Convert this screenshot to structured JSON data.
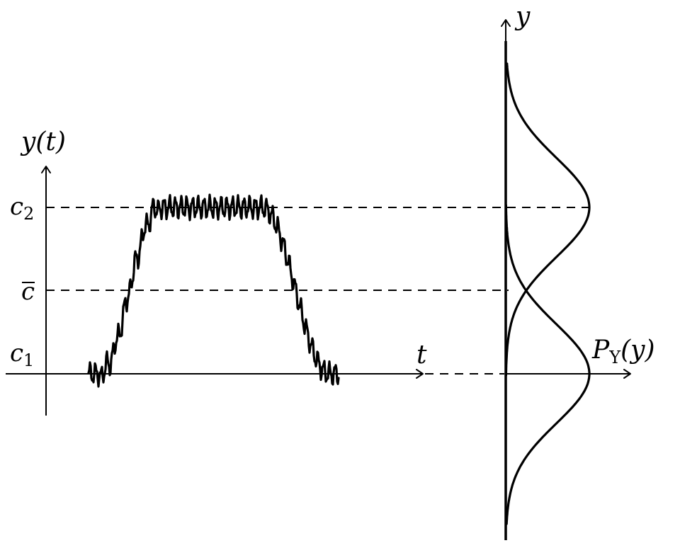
{
  "labels": {
    "time_axis_label": "y(t)",
    "time_axis_t": "t",
    "level_c2": {
      "base": "c",
      "sub": "2"
    },
    "level_cbar": "c",
    "level_c1": {
      "base": "c",
      "sub": "1"
    },
    "dist_axis_y": "y",
    "dist_axis_label": {
      "prefix": "P",
      "sub": "Y",
      "suffix": "(y)"
    }
  },
  "colors": {
    "ink": "#000000",
    "background": "#ffffff"
  },
  "diagram": {
    "levels": [
      "c1",
      "cbar",
      "c2"
    ],
    "signal_shape": "noisy switching between c1 and c2",
    "distribution_shape": "bimodal, peaks at c1 and c2"
  }
}
